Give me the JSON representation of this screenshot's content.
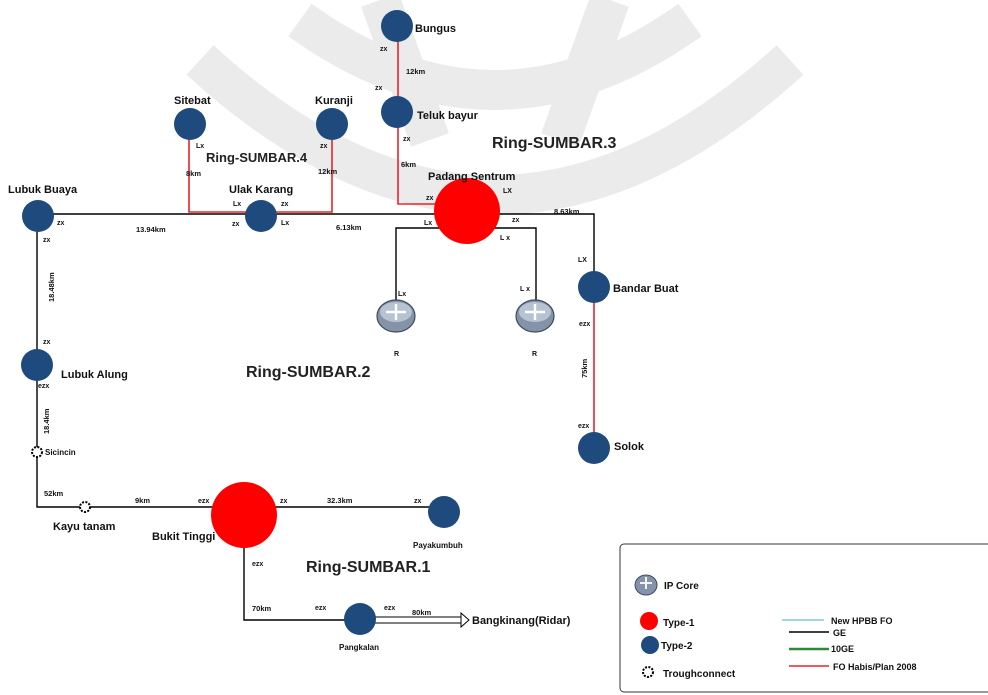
{
  "colors": {
    "type1": "#ff0000",
    "type2": "#1f4a7d",
    "ge_link": "#000000",
    "fo_plan_link": "#e8252b",
    "new_hpbb_fo": "#7fc8e0",
    "tengig": "#2a8a3a",
    "watermark": "#d9d9d9"
  },
  "rings": {
    "r1": "Ring-SUMBAR.1",
    "r2": "Ring-SUMBAR.2",
    "r3": "Ring-SUMBAR.3",
    "r4": "Ring-SUMBAR.4"
  },
  "nodes": {
    "bungus": "Bungus",
    "teluk_bayur": "Teluk bayur",
    "sitebat": "Sitebat",
    "kuranji": "Kuranji",
    "padang_sentrum": "Padang Sentrum",
    "ulak_karang": "Ulak Karang",
    "lubuk_buaya": "Lubuk Buaya",
    "bandar_buat": "Bandar Buat",
    "lubuk_alung": "Lubuk Alung",
    "solok": "Solok",
    "sicincin": "Sicincin",
    "kayu_tanam": "Kayu tanam",
    "bukit_tinggi": "Bukit Tinggi",
    "payakumbuh": "Payakumbuh",
    "pangkalan": "Pangkalan",
    "bangkinang": "Bangkinang(Ridar)"
  },
  "ports": {
    "zx": "zx",
    "lx": "Lx",
    "lx_upper": "LX",
    "lx_spaced": "L x",
    "ezx": "ezx",
    "r": "R"
  },
  "distances": {
    "bungus_teluk": "12km",
    "teluk_padang": "6km",
    "sitebat_ulak": "8km",
    "kuranji_ulak": "12km",
    "lubuk_ulak": "13.94km",
    "ulak_padang": "6.13km",
    "padang_bandar": "8.63km",
    "lubuk_buaya_alung": "18.48km",
    "alung_sicincin": "18.4km",
    "sicincin_kayu": "52km",
    "kayu_bukit": "9km",
    "bukit_paya": "32.3km",
    "bandar_solok": "75km",
    "bukit_pangkalan": "70km",
    "pangkalan_bangkinang": "80km"
  },
  "legend": {
    "ip_core": "IP Core",
    "type1": "Type-1",
    "type2": "Type-2",
    "troughconnect": "Troughconnect",
    "new_hpbb_fo": "New HPBB FO",
    "ge": "GE",
    "tengig": "10GE",
    "fo_plan": "FO Habis/Plan 2008"
  }
}
